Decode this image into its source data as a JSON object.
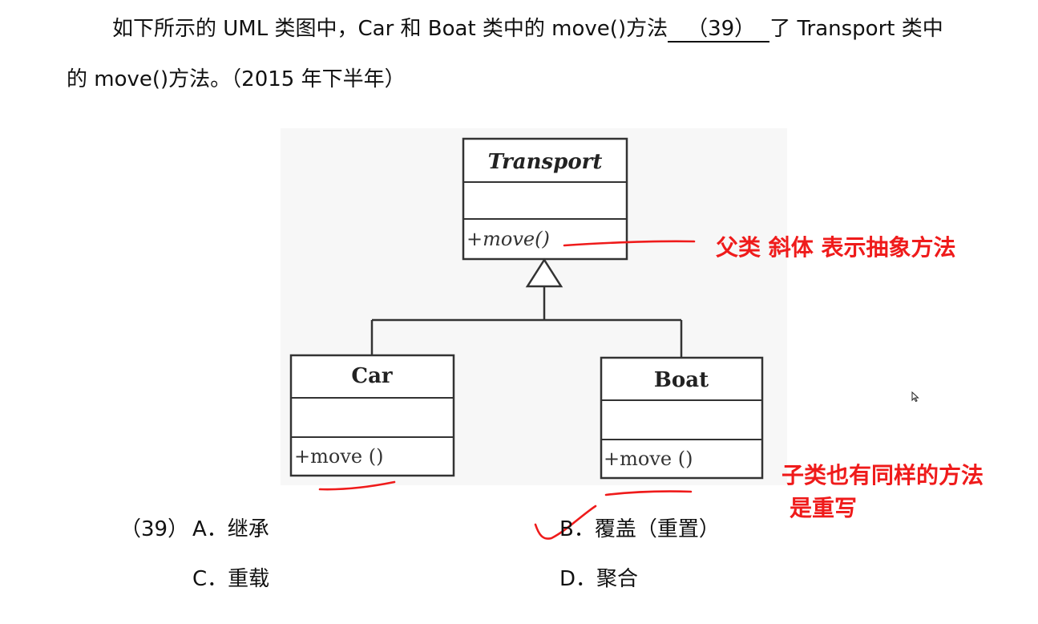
{
  "question": {
    "line1_before": "如下所示的 UML 类图中，Car 和 Boat 类中的 move()方法",
    "blank": "（39）",
    "line1_after": "了 Transport 类中",
    "line2": "的 move()方法。（2015 年下半年）"
  },
  "diagram": {
    "parent": {
      "name": "Transport",
      "method": "+move()"
    },
    "child_left": {
      "name": "Car",
      "method": "+move ()"
    },
    "child_right": {
      "name": "Boat",
      "method": "+move ()"
    }
  },
  "annotations": {
    "parent_note": "父类 斜体  表示抽象方法",
    "child_note_line1": "子类也有同样的方法",
    "child_note_line2": "是重写",
    "ink_color": "#ef1b1b"
  },
  "options": {
    "number": "（39）",
    "a": "A．继承",
    "b": "B．覆盖（重置）",
    "c": "C．重载",
    "d": "D．聚合",
    "marked": "B"
  }
}
